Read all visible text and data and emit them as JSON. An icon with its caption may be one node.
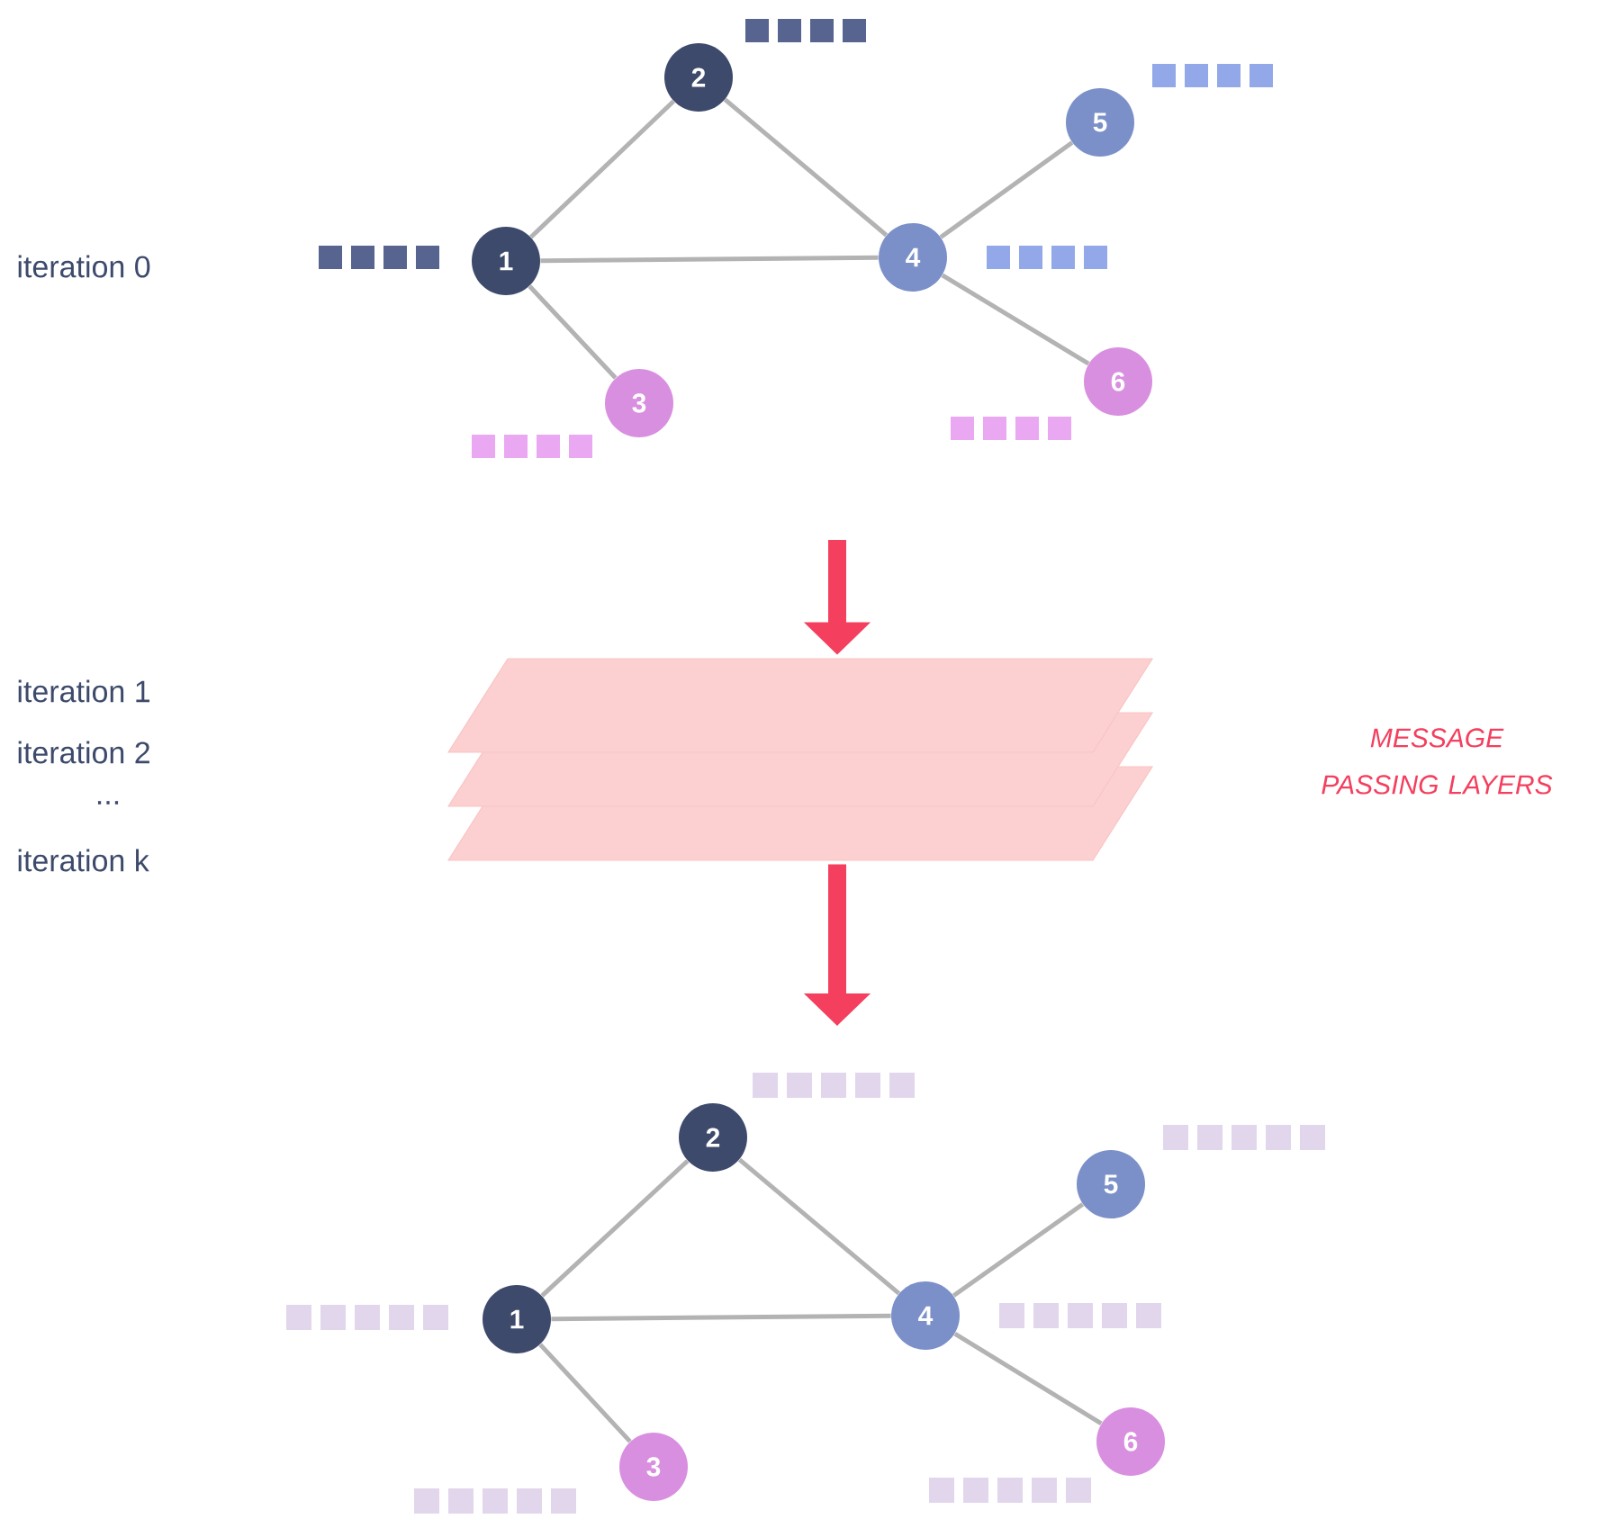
{
  "diagram": {
    "nodes": [
      {
        "text": [
          "1"
        ]
      },
      {
        "text": [
          "2"
        ]
      },
      {
        "text": [
          "3"
        ]
      },
      {
        "text": [
          "4"
        ]
      },
      {
        "text": [
          "5"
        ]
      },
      {
        "text": [
          "6"
        ]
      },
      {
        "text": [],
        "shape": "parallelogram"
      },
      {
        "text": [],
        "shape": "parallelogram"
      },
      {
        "text": [],
        "shape": "parallelogram"
      },
      {
        "text": [
          "1"
        ]
      },
      {
        "text": [
          "2"
        ]
      },
      {
        "text": [
          "3"
        ]
      },
      {
        "text": [
          "4"
        ]
      },
      {
        "text": [
          "5"
        ]
      },
      {
        "text": [
          "6"
        ]
      }
    ],
    "edges": [
      {
        "from": 0,
        "to": 1,
        "arrow": "none"
      },
      {
        "from": 0,
        "to": 3,
        "arrow": "none"
      },
      {
        "from": 0,
        "to": 2,
        "arrow": "none"
      },
      {
        "from": 1,
        "to": 3,
        "arrow": "none"
      },
      {
        "from": 3,
        "to": 4,
        "arrow": "none"
      },
      {
        "from": 3,
        "to": 5,
        "arrow": "none"
      },
      {
        "from": null,
        "to": 6,
        "arrow": "to",
        "style": "thick",
        "color": "#f43f5e"
      },
      {
        "from": 8,
        "to": null,
        "arrow": "to",
        "style": "thick",
        "color": "#f43f5e"
      },
      {
        "from": 9,
        "to": 10,
        "arrow": "none"
      },
      {
        "from": 9,
        "to": 12,
        "arrow": "none"
      },
      {
        "from": 9,
        "to": 11,
        "arrow": "none"
      },
      {
        "from": 10,
        "to": 12,
        "arrow": "none"
      },
      {
        "from": 12,
        "to": 13,
        "arrow": "none"
      },
      {
        "from": 12,
        "to": 14,
        "arrow": "none"
      }
    ],
    "labels": [
      "iteration 0",
      "iteration 1",
      "iteration 2",
      "...",
      "iteration k",
      "MESSAGE PASSING LAYERS"
    ]
  }
}
